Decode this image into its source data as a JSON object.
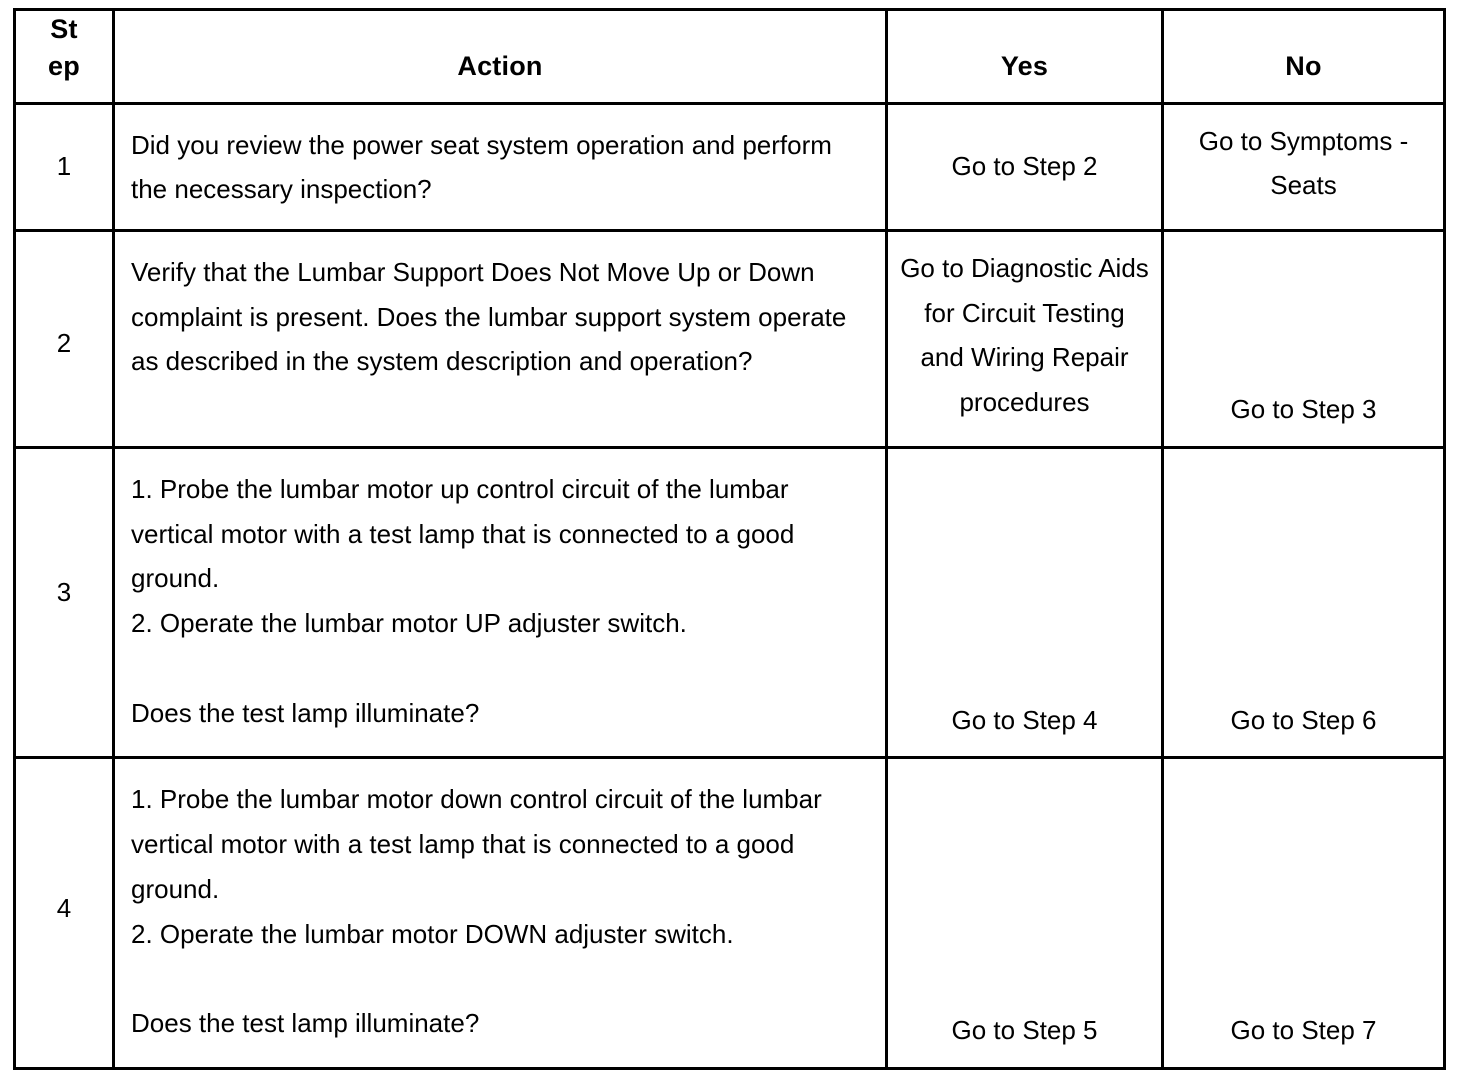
{
  "table": {
    "headers": [
      {
        "key": "step",
        "label": "St\nep"
      },
      {
        "key": "action",
        "label": "Action"
      },
      {
        "key": "yes",
        "label": "Yes"
      },
      {
        "key": "no",
        "label": "No"
      }
    ],
    "rows": [
      {
        "step": "1",
        "action": "Did you review the power seat system operation and perform the necessary inspection?",
        "yes": "Go to Step 2",
        "no": "Go to Symptoms -\nSeats",
        "yes_align": "middle",
        "no_align": "top"
      },
      {
        "step": "2",
        "action": "Verify that the Lumbar Support Does Not Move Up or Down complaint is present. Does the lumbar support system operate as described in the system description and operation?",
        "yes": "Go to Diagnostic Aids\nfor Circuit Testing\nand Wiring Repair\nprocedures",
        "no": "Go to Step 3",
        "yes_align": "top",
        "no_align": "bottom"
      },
      {
        "step": "3",
        "action": "1.   Probe the lumbar motor up control circuit of the lumbar vertical motor with a test lamp that is connected to a good ground.\n2.   Operate the lumbar motor UP adjuster switch.\n\n Does the test lamp illuminate?",
        "yes": "Go to Step 4",
        "no": "Go to Step 6",
        "yes_align": "bottom",
        "no_align": "bottom"
      },
      {
        "step": "4",
        "action": "1.   Probe the lumbar motor down control circuit of the lumbar vertical motor with a test lamp that is connected to a good ground.\n2.   Operate the lumbar motor DOWN adjuster switch.\n\n Does the test lamp illuminate?",
        "yes": "Go to Step 5",
        "no": "Go to Step 7",
        "yes_align": "bottom",
        "no_align": "bottom"
      }
    ]
  },
  "colors": {
    "border": "#000000",
    "text": "#000000",
    "background": "#ffffff"
  }
}
